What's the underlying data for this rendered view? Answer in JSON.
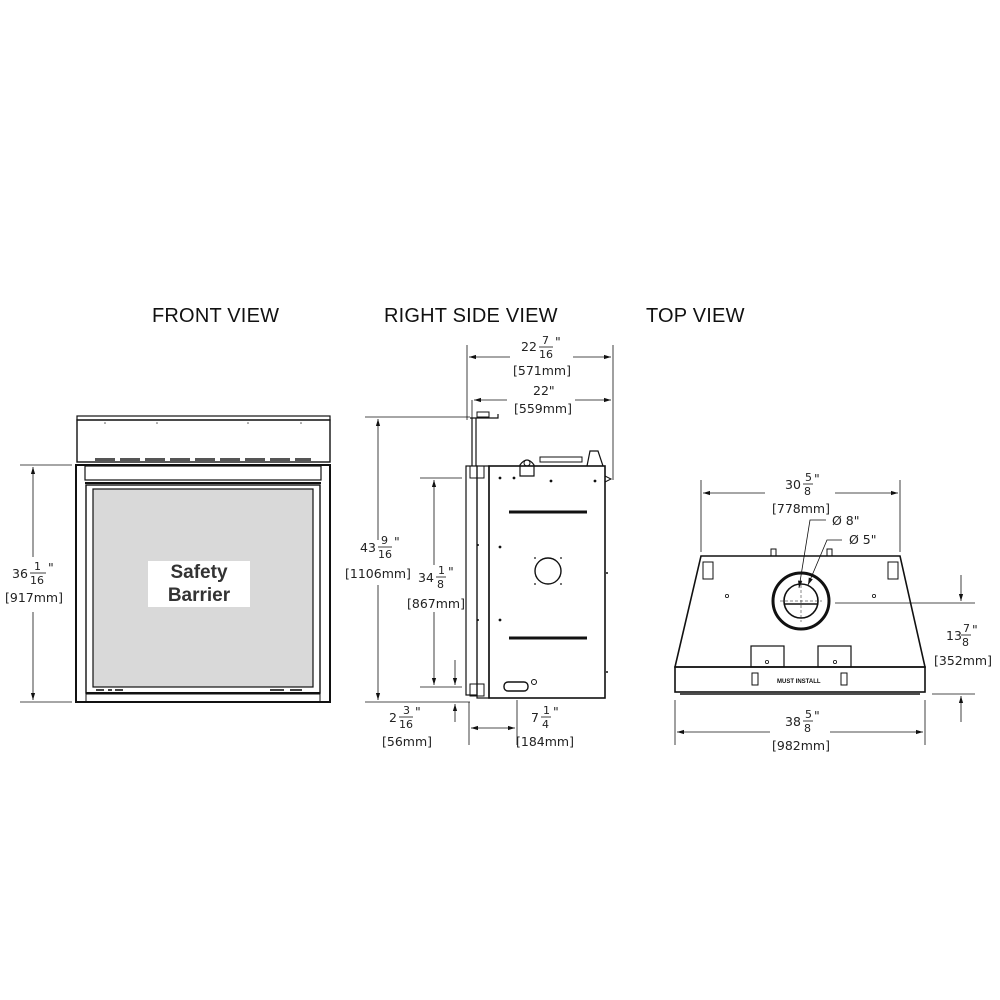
{
  "views": {
    "front": {
      "title": "FRONT VIEW",
      "label_line1": "Safety",
      "label_line2": "Barrier",
      "height": {
        "whole": "36",
        "num": "1",
        "den": "16",
        "mm": "[917mm]"
      }
    },
    "side": {
      "title": "RIGHT SIDE VIEW",
      "overall_depth": {
        "whole": "22",
        "num": "7",
        "den": "16",
        "mm": "[571mm]"
      },
      "body_depth": {
        "text": "22\"",
        "mm": "[559mm]"
      },
      "overall_height": {
        "whole": "43",
        "num": "9",
        "den": "16",
        "mm": "[1106mm]"
      },
      "opening_height": {
        "whole": "34",
        "num": "1",
        "den": "8",
        "mm": "[867mm]"
      },
      "base_offset": {
        "whole": "2",
        "num": "3",
        "den": "16",
        "mm": "[56mm]"
      },
      "front_offset": {
        "whole": "7",
        "num": "1",
        "den": "4",
        "mm": "[184mm]"
      }
    },
    "top": {
      "title": "TOP VIEW",
      "back_width": {
        "whole": "30",
        "num": "5",
        "den": "8",
        "mm": "[778mm]"
      },
      "outer_flue": "Ø 8\"",
      "inner_flue": "Ø 5\"",
      "flue_center": {
        "whole": "13",
        "num": "7",
        "den": "8",
        "mm": "[352mm]"
      },
      "front_width": {
        "whole": "38",
        "num": "5",
        "den": "8",
        "mm": "[982mm]"
      },
      "must_install": "MUST INSTALL"
    }
  },
  "colors": {
    "line": "#111111",
    "glass": "#d9d9d9",
    "background": "#ffffff"
  }
}
